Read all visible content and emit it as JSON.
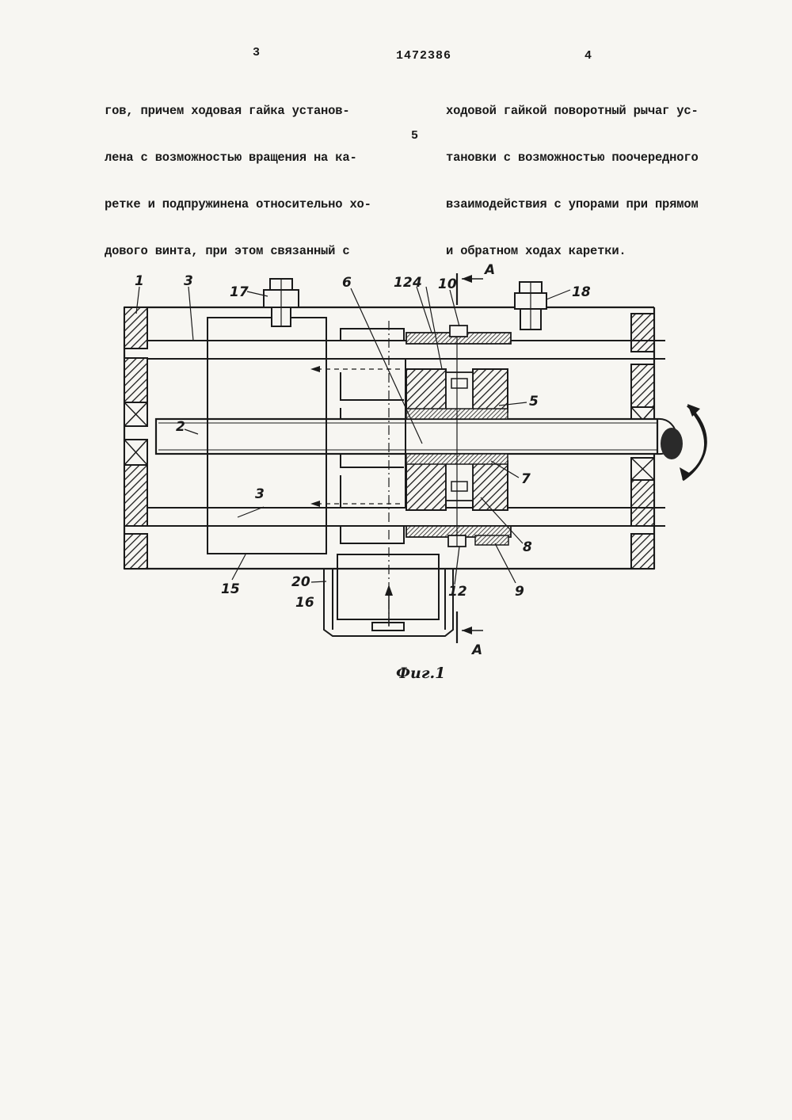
{
  "header": {
    "page_left": "3",
    "patent_number": "1472386",
    "page_right": "4",
    "line_marker": "5"
  },
  "text": {
    "left_column": [
      "гов, причем ходовая гайка установ-",
      "лена с возможностью вращения на ка-",
      "ретке и подпружинена относительно хо-",
      "дового винта, при этом связанный с"
    ],
    "right_column": [
      "ходовой гайкой поворотный рычаг ус-",
      "тановки с возможностью поочередного",
      "взаимодействия с упорами при прямом",
      "и обратном ходах каретки."
    ]
  },
  "figure": {
    "caption": "Фиг.1",
    "section_label": "А",
    "labels": [
      "1",
      "3",
      "17",
      "6",
      "12",
      "4",
      "10",
      "18",
      "2",
      "5",
      "7",
      "3",
      "8",
      "15",
      "20",
      "16",
      "12",
      "9"
    ]
  }
}
